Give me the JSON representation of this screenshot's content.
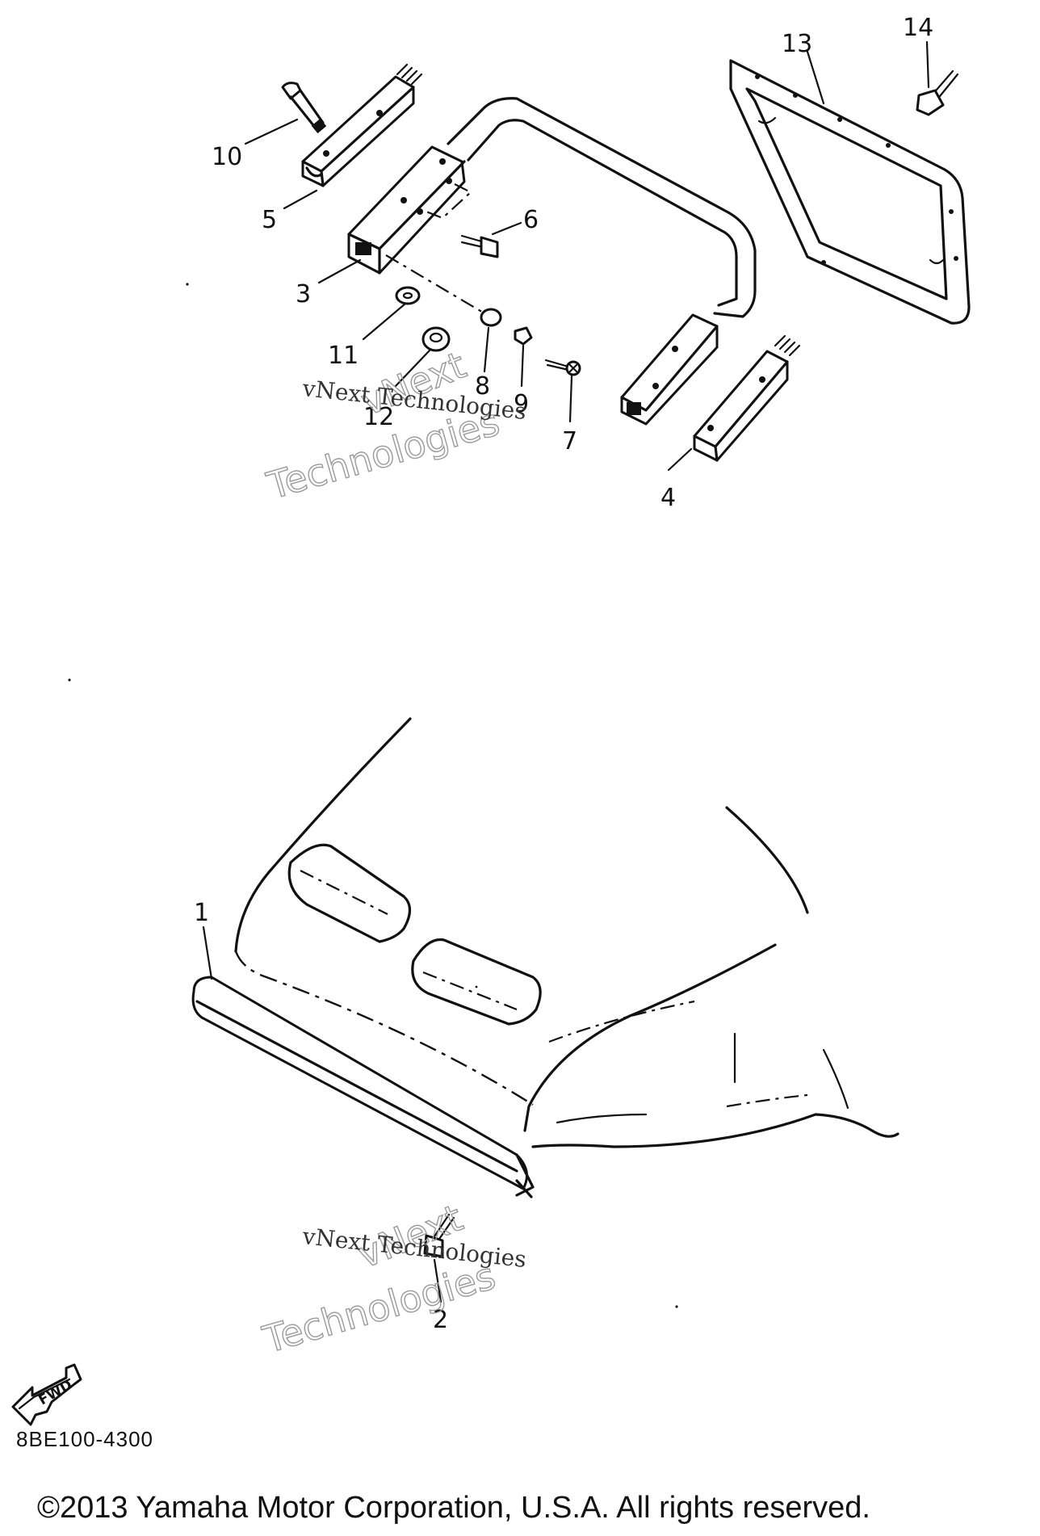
{
  "diagram": {
    "callouts": [
      {
        "id": "1",
        "label": "1"
      },
      {
        "id": "2",
        "label": "2"
      },
      {
        "id": "3",
        "label": "3"
      },
      {
        "id": "4",
        "label": "4"
      },
      {
        "id": "5",
        "label": "5"
      },
      {
        "id": "6",
        "label": "6"
      },
      {
        "id": "7",
        "label": "7"
      },
      {
        "id": "8",
        "label": "8"
      },
      {
        "id": "9",
        "label": "9"
      },
      {
        "id": "10",
        "label": "10"
      },
      {
        "id": "11",
        "label": "11"
      },
      {
        "id": "12",
        "label": "12"
      },
      {
        "id": "13",
        "label": "13"
      },
      {
        "id": "14",
        "label": "14"
      }
    ],
    "fwd_label": "FWD",
    "watermark_small": "vNext Technologies",
    "watermark_big_1": "vNext",
    "watermark_big_2": "Technologies"
  },
  "footer": {
    "code": "8BE100-4300",
    "copyright": "©2013 Yamaha Motor Corporation, U.S.A. All rights reserved."
  }
}
